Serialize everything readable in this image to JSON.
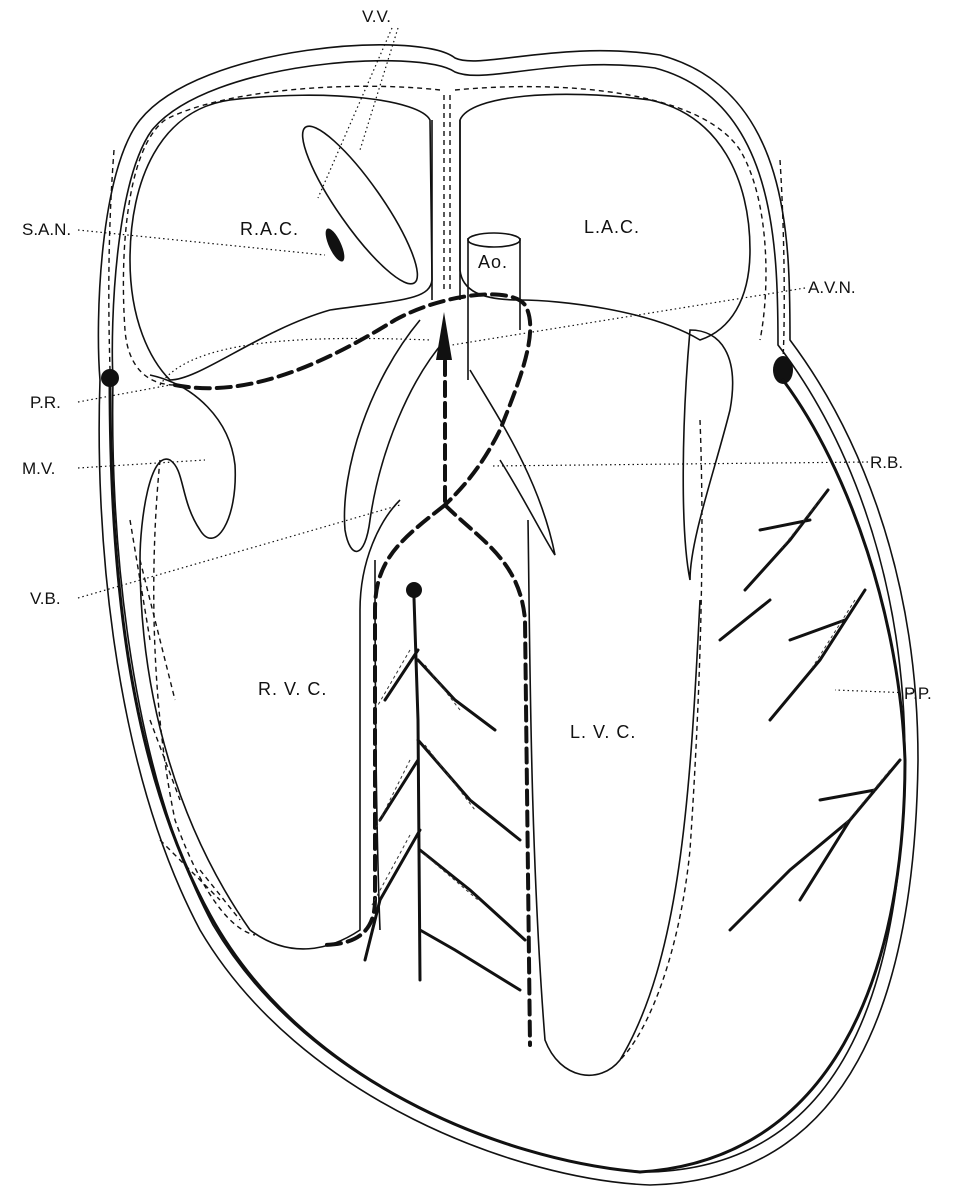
{
  "labels": {
    "vv": "V.V.",
    "san": "S.A.N.",
    "rac": "R.A.C.",
    "lac": "L.A.C.",
    "ao": "Ao.",
    "avn": "A.V.N.",
    "pr": "P.R.",
    "mv": "M.V.",
    "rb": "R.B.",
    "vb": "V.B.",
    "rvc": "R. V. C.",
    "lvc": "L. V. C.",
    "pp": "P.P."
  }
}
